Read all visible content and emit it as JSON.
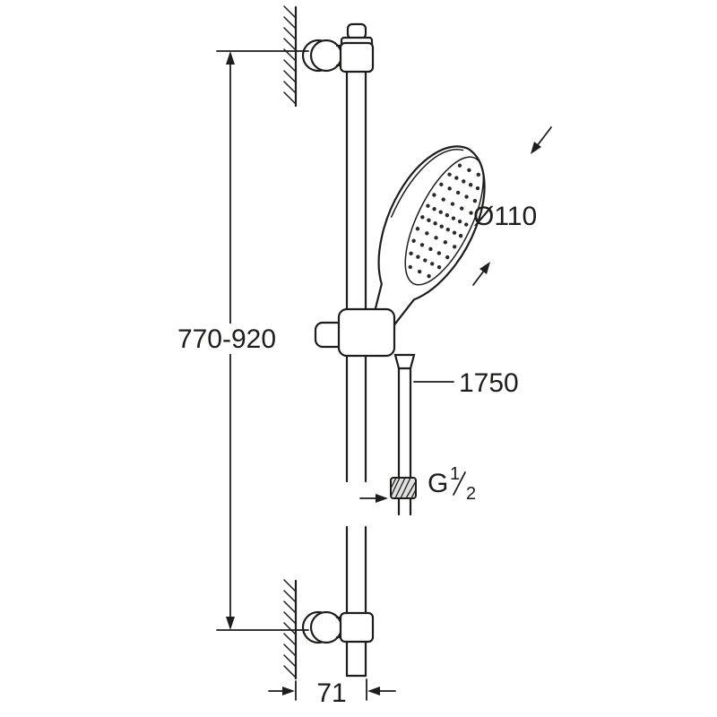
{
  "colors": {
    "line": "#1d1d1b",
    "background": "#ffffff",
    "connector_fill": "#e0e0e0",
    "nozzle_dot": "#2a2a2a"
  },
  "labels": {
    "rail_height_range": "770-920",
    "head_diameter": "Ø110",
    "hose_length": "1750",
    "thread_prefix": "G",
    "thread_numerator": "1",
    "thread_denominator": "2",
    "wall_offset": "71"
  }
}
